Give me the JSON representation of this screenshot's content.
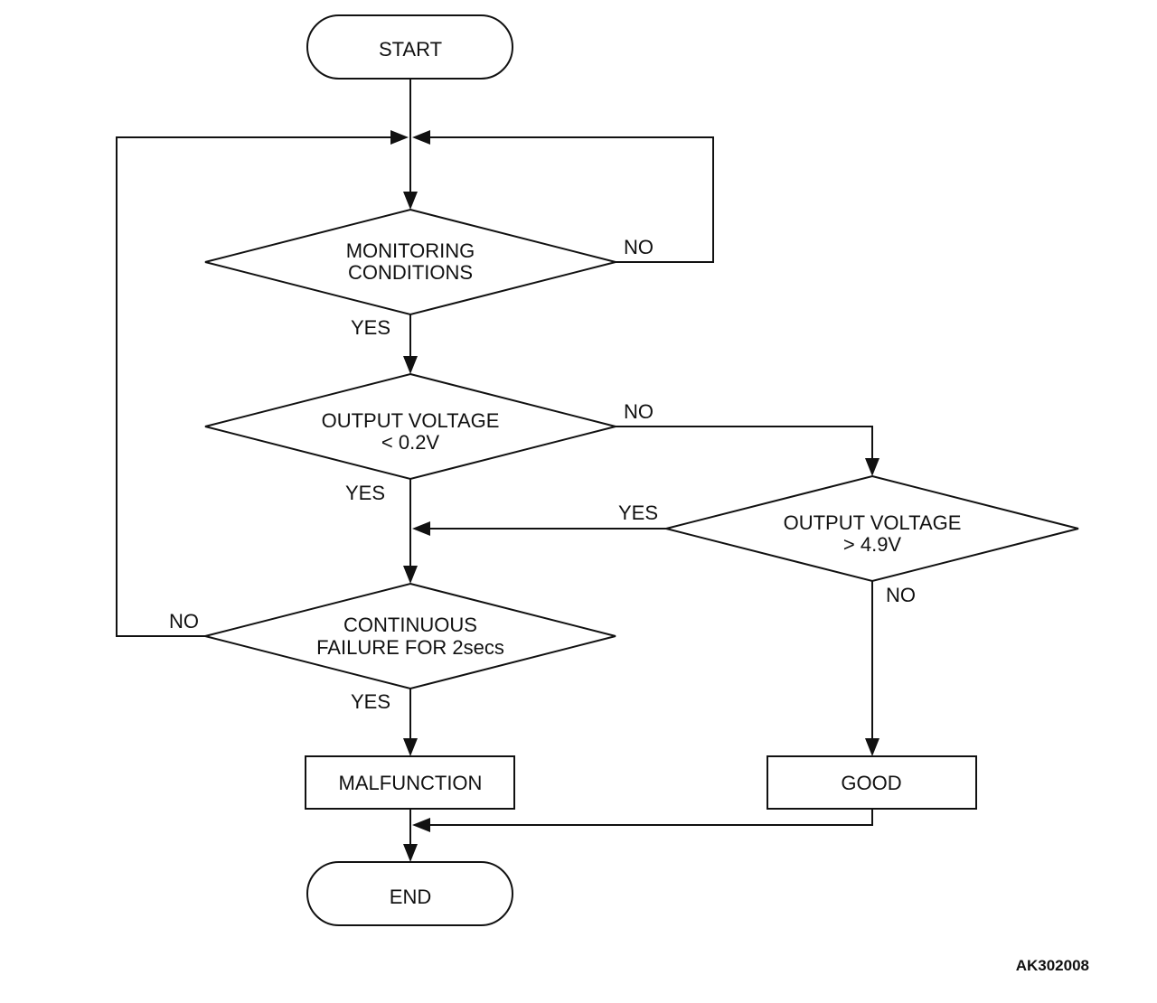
{
  "nodes": {
    "start": "START",
    "monitoring": [
      "MONITORING",
      "CONDITIONS"
    ],
    "low_voltage": [
      "OUTPUT VOLTAGE",
      "< 0.2V"
    ],
    "high_voltage": [
      "OUTPUT VOLTAGE",
      "> 4.9V"
    ],
    "continuous": [
      "CONTINUOUS",
      "FAILURE FOR 2secs"
    ],
    "malfunction": "MALFUNCTION",
    "good": "GOOD",
    "end": "END"
  },
  "branch_labels": {
    "monitoring_no": "NO",
    "monitoring_yes": "YES",
    "low_voltage_no": "NO",
    "low_voltage_yes": "YES",
    "high_voltage_yes": "YES",
    "high_voltage_no": "NO",
    "continuous_no": "NO",
    "continuous_yes": "YES"
  },
  "reference_code": "AK302008"
}
